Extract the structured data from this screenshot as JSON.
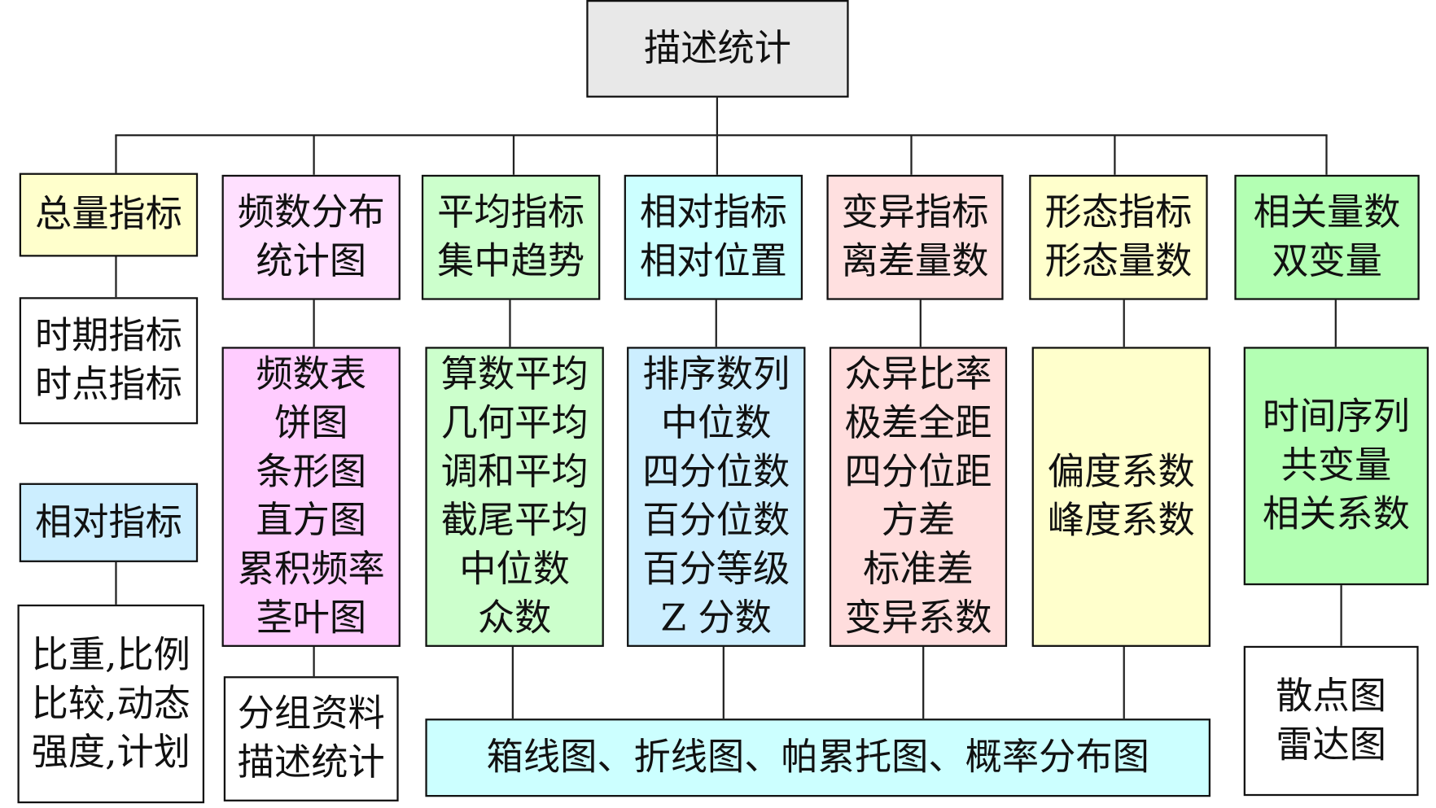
{
  "root": {
    "lines": [
      "描述统计"
    ],
    "color": "#e8e8e8"
  },
  "categories": [
    {
      "key": "total",
      "lines": [
        "总量指标"
      ],
      "color": "#ffffcc"
    },
    {
      "key": "freq",
      "lines": [
        "频数分布",
        "统计图"
      ],
      "color": "#ffe0ff"
    },
    {
      "key": "mean",
      "lines": [
        "平均指标",
        "集中趋势"
      ],
      "color": "#ccffcc"
    },
    {
      "key": "rel",
      "lines": [
        "相对指标",
        "相对位置"
      ],
      "color": "#ccffff"
    },
    {
      "key": "var",
      "lines": [
        "变异指标",
        "离差量数"
      ],
      "color": "#ffe0e0"
    },
    {
      "key": "shape",
      "lines": [
        "形态指标",
        "形态量数"
      ],
      "color": "#ffffcc"
    },
    {
      "key": "corr",
      "lines": [
        "相关量数",
        "双变量"
      ],
      "color": "#b3ffb3"
    }
  ],
  "details": {
    "total_sub": {
      "lines": [
        "时期指标",
        "时点指标"
      ],
      "color": "#ffffff"
    },
    "relative_ind": {
      "lines": [
        "相对指标"
      ],
      "color": "#cceeff"
    },
    "relative_sub": {
      "lines": [
        "比重,比例",
        "比较,动态",
        "强度,计划"
      ],
      "color": "#ffffff"
    },
    "freq_sub": {
      "lines": [
        "频数表",
        "饼图",
        "条形图",
        "直方图",
        "累积频率",
        "茎叶图"
      ],
      "color": "#ffccff"
    },
    "freq_sub2": {
      "lines": [
        "分组资料",
        "描述统计"
      ],
      "color": "#ffffff"
    },
    "mean_sub": {
      "lines": [
        "算数平均",
        "几何平均",
        "调和平均",
        "截尾平均",
        "中位数",
        "众数"
      ],
      "color": "#ccffcc"
    },
    "rel_sub": {
      "lines": [
        "排序数列",
        "中位数",
        "四分位数",
        "百分位数",
        "百分等级",
        "Z 分数"
      ],
      "color": "#cceeff"
    },
    "var_sub": {
      "lines": [
        "众异比率",
        "极差全距",
        "四分位距",
        "方差",
        "标准差",
        "变异系数"
      ],
      "color": "#ffdddd"
    },
    "shape_sub": {
      "lines": [
        "偏度系数",
        "峰度系数"
      ],
      "color": "#ffffcc"
    },
    "corr_sub": {
      "lines": [
        "时间序列",
        "共变量",
        "相关系数"
      ],
      "color": "#b3ffb3"
    },
    "corr_sub2": {
      "lines": [
        "散点图",
        "雷达图"
      ],
      "color": "#ffffff"
    },
    "charts": {
      "lines": [
        "箱线图、折线图、帕累托图、概率分布图"
      ],
      "color": "#ccffff"
    }
  }
}
